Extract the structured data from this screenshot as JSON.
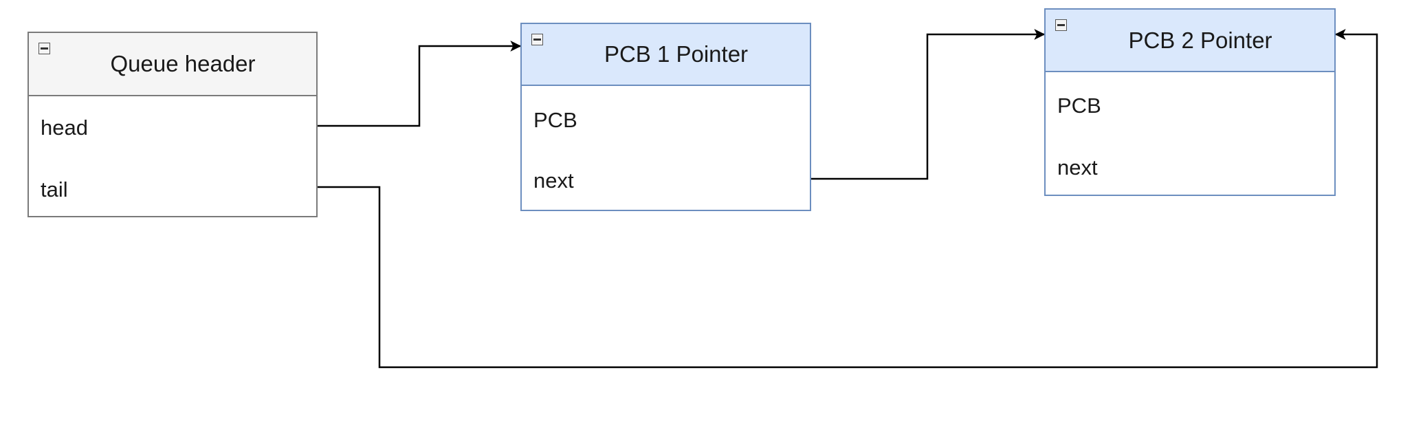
{
  "nodes": {
    "queue_header": {
      "title": "Queue header",
      "fields": [
        "head",
        "tail"
      ],
      "style": {
        "fill": "#f5f5f5",
        "stroke": "#7a7a7a"
      }
    },
    "pcb1": {
      "title": "PCB 1 Pointer",
      "fields": [
        "PCB",
        "next"
      ],
      "style": {
        "fill": "#dae8fc",
        "stroke": "#6c8ebf"
      }
    },
    "pcb2": {
      "title": "PCB 2 Pointer",
      "fields": [
        "PCB",
        "next"
      ],
      "style": {
        "fill": "#dae8fc",
        "stroke": "#6c8ebf"
      }
    }
  },
  "edges": [
    {
      "from": "queue_header.head",
      "to": "pcb1"
    },
    {
      "from": "pcb1.next",
      "to": "pcb2"
    },
    {
      "from": "queue_header.tail",
      "to": "pcb2"
    }
  ],
  "icons": [
    "collapse-icon"
  ],
  "connector_color": "#000000"
}
